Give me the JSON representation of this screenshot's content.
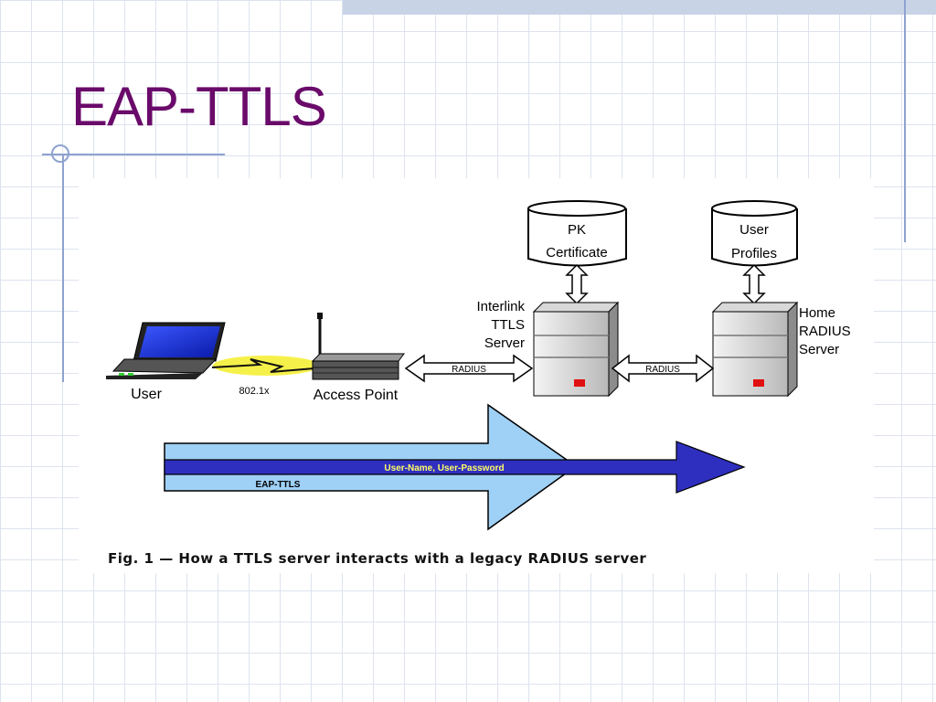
{
  "slide": {
    "title": "EAP-TTLS"
  },
  "figure": {
    "caption": "Fig. 1 — How a TTLS server interacts with a legacy RADIUS server",
    "databases": {
      "pk": {
        "line1": "PK",
        "line2": "Certificate"
      },
      "user_profiles": {
        "line1": "User",
        "line2": "Profiles"
      }
    },
    "nodes": {
      "user": "User",
      "access_point": "Access Point",
      "ttls_server": {
        "line1": "Interlink",
        "line2": "TTLS",
        "line3": "Server"
      },
      "radius_server": {
        "line1": "Home",
        "line2": "RADIUS",
        "line3": "Server"
      }
    },
    "links": {
      "wireless": "802.1x",
      "radius_1": "RADIUS",
      "radius_2": "RADIUS"
    },
    "flows": {
      "inner": "User-Name, User-Password",
      "outer": "EAP-TTLS"
    },
    "colors": {
      "title": "#6a0a6a",
      "outer_arrow": "#9fd0f5",
      "inner_arrow": "#2f2fbf",
      "inner_text": "#ffff66",
      "wireless_glow": "#f4ee2a"
    }
  }
}
